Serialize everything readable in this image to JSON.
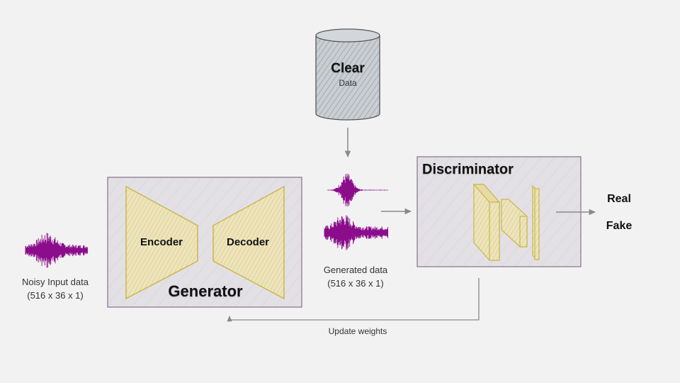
{
  "storage": {
    "title": "Clear",
    "subtitle": "Data"
  },
  "generator": {
    "title": "Generator",
    "encoder": "Encoder",
    "decoder": "Decoder"
  },
  "discriminator": {
    "title": "Discriminator"
  },
  "input": {
    "line1": "Noisy Input data",
    "line2": "(516 x 36 x 1)"
  },
  "generated": {
    "line1": "Generated data",
    "line2": "(516 x 36 x 1)"
  },
  "feedback": {
    "label": "Update weights"
  },
  "outputs": {
    "real": "Real",
    "fake": "Fake"
  },
  "colors": {
    "waveform": "#8b0d8c",
    "block_fill": "#e4e0e6",
    "block_border": "#8c7a90",
    "trapezoid_fill": "#ece3b8",
    "trapezoid_stroke": "#c9b84c",
    "cylinder_fill": "#c7ccd1",
    "arrow": "#8a8a8a"
  }
}
